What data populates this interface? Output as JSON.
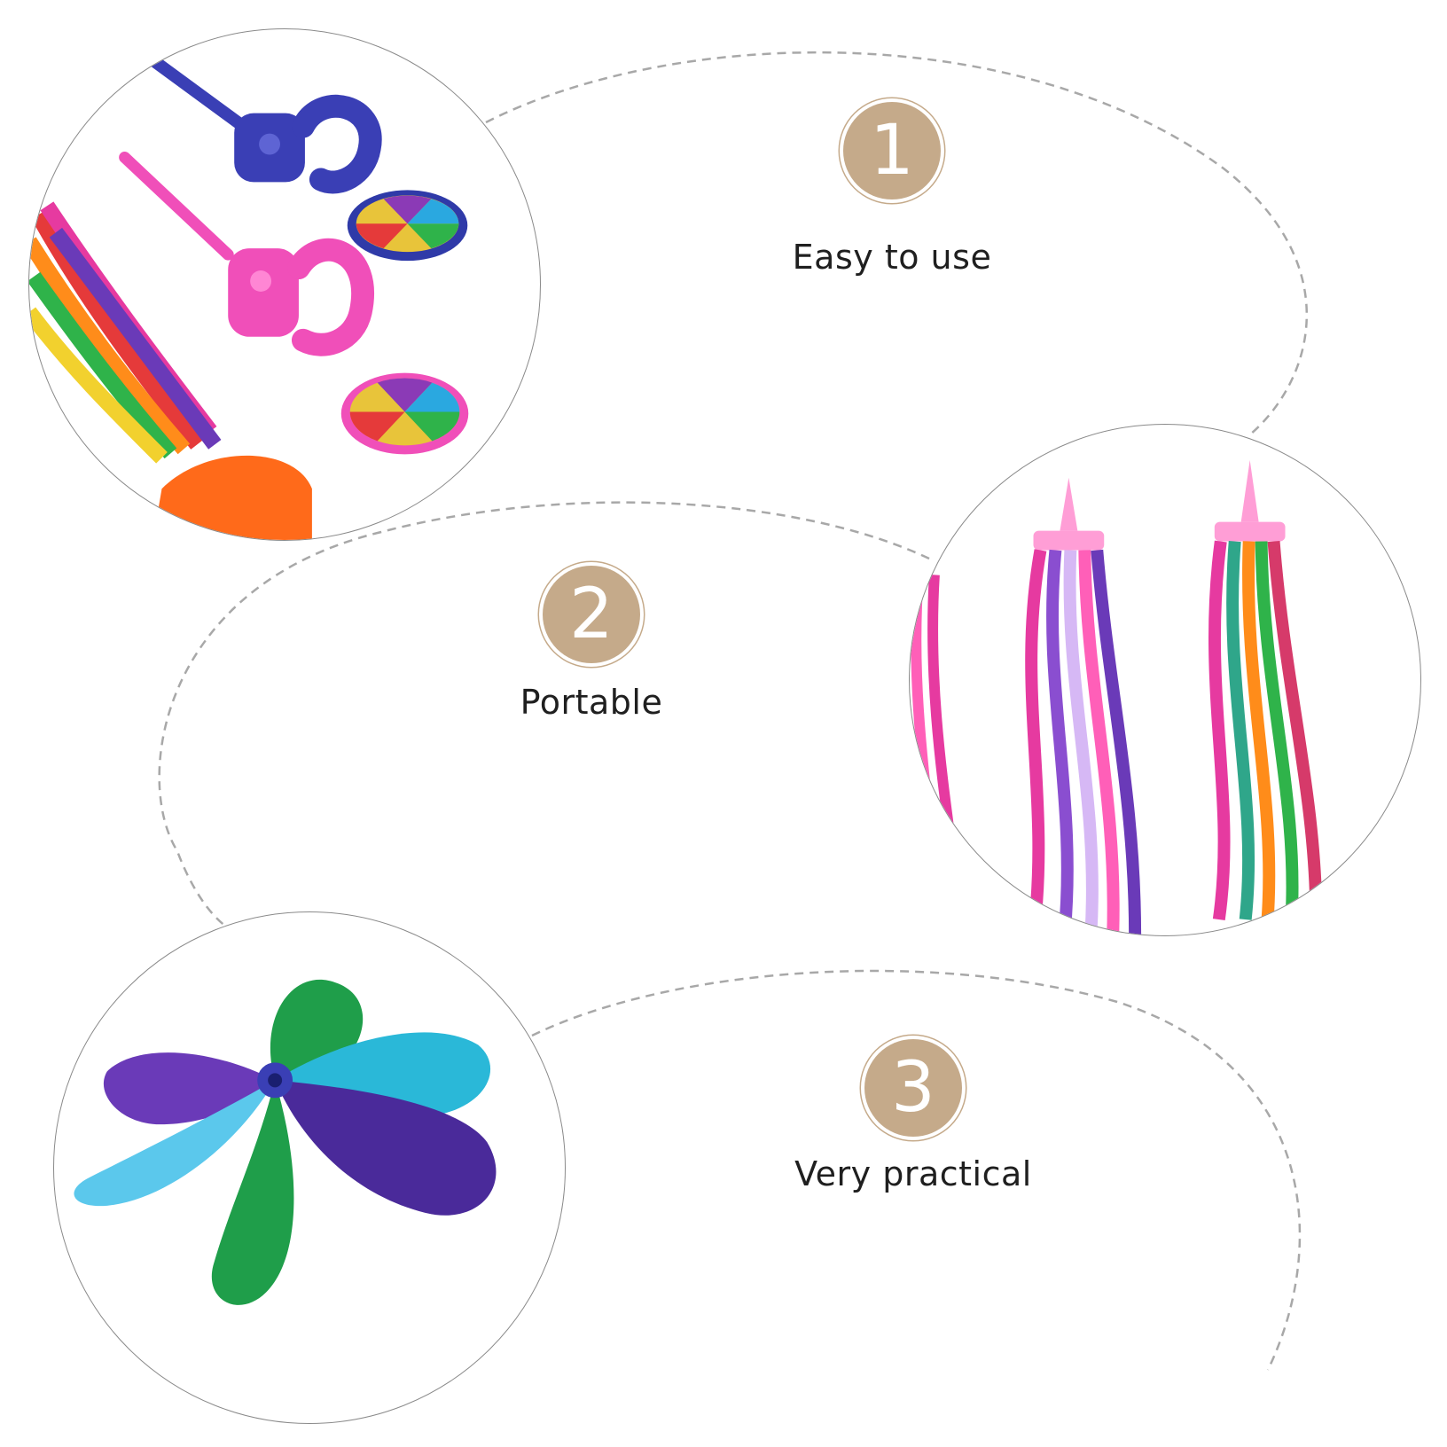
{
  "features": [
    {
      "number": "1",
      "label": "Easy to use"
    },
    {
      "number": "2",
      "label": "Portable"
    },
    {
      "number": "3",
      "label": "Very practical"
    }
  ],
  "photos": [
    {
      "subject": "handlebar-clips-spinners-streamers"
    },
    {
      "subject": "ribbon-tassel-streamers"
    },
    {
      "subject": "pinwheel"
    }
  ],
  "colors": {
    "badge": "#c5aa8a",
    "text": "#1f1f1f",
    "dashed_line": "#a8a8a8"
  }
}
